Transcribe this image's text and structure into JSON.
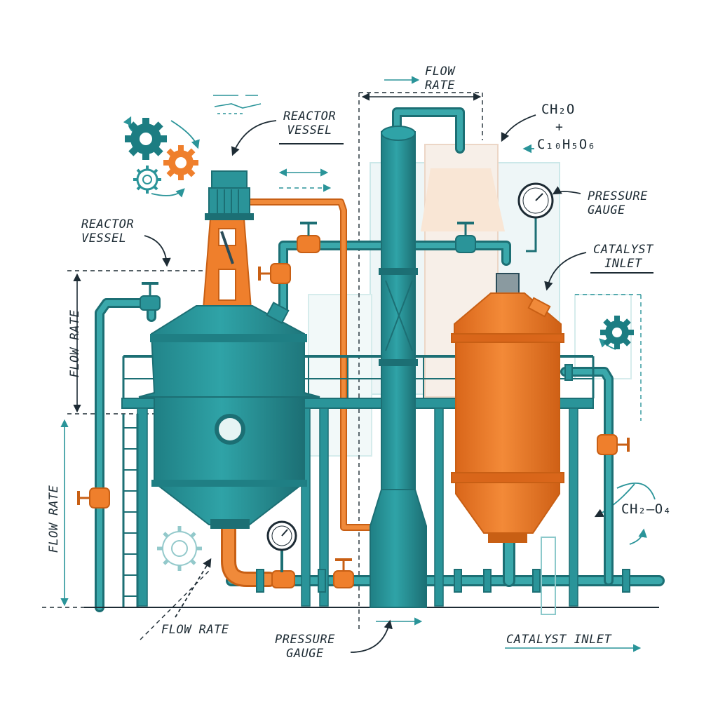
{
  "labels": {
    "reactor_vessel_top": "REACTOR\nVESSEL",
    "reactor_vessel_left": "REACTOR\nVESSEL",
    "flow_rate_top": "FLOW\nRATE",
    "flow_rate_left_upper": "FLOW RATE",
    "flow_rate_left_lower": "FLOW RATE",
    "flow_rate_bottom": "FLOW RATE",
    "pressure_gauge_right": "PRESSURE\nGAUGE",
    "pressure_gauge_bottom": "PRESSURE\nGAUGE",
    "catalyst_inlet_right": "CATALYST\nINLET",
    "catalyst_inlet_bottom": "CATALYST INLET",
    "formula_1": "CH₂O",
    "formula_plus": "+",
    "formula_2": "C₁₀H₅O₆",
    "formula_3": "CH₂–O₄"
  },
  "colors": {
    "teal": "#2a9499",
    "teal_dark": "#1c6f74",
    "teal_light": "#57b5b6",
    "orange": "#ef7f2c",
    "orange_dark": "#c85f14",
    "ink": "#1d2b34",
    "guide": "#3aa7a6"
  },
  "icons": [
    "gear-icon",
    "pressure-gauge-icon",
    "valve-icon",
    "motor-icon"
  ]
}
